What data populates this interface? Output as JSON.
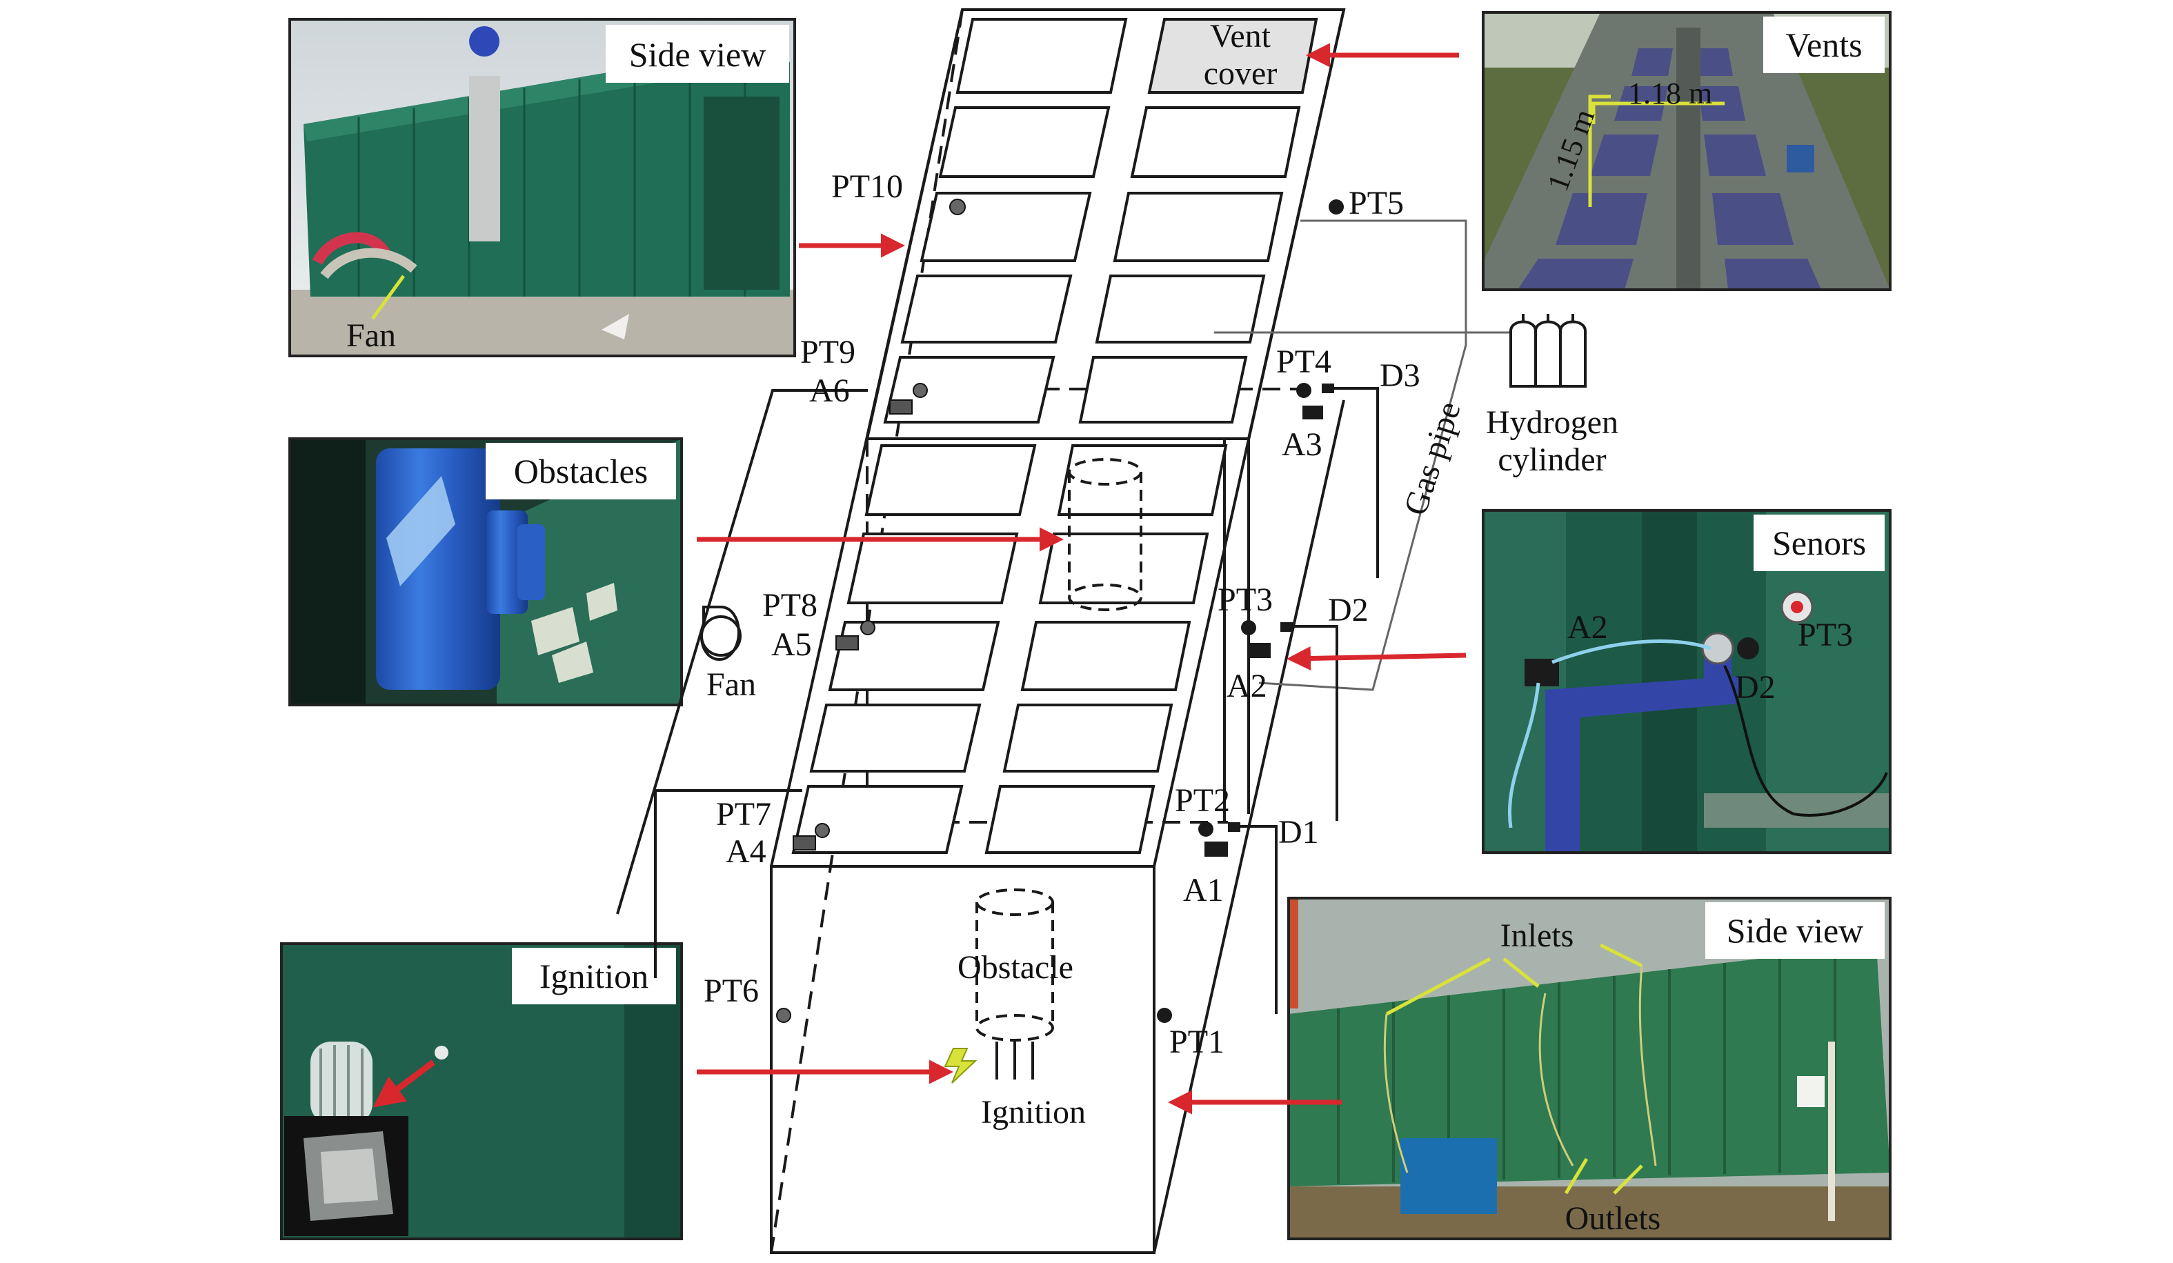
{
  "photos": {
    "side_view_top": "Side view",
    "fan_label": "Fan",
    "vents": "Vents",
    "vent_dim_width": "1.18 m",
    "vent_dim_length": "1.15 m",
    "obstacles": "Obstacles",
    "senors": "Senors",
    "senors_a2": "A2",
    "senors_pt3": "PT3",
    "senors_d2": "D2",
    "ignition": "Ignition",
    "side_view_bottom": "Side view",
    "inlets": "Inlets",
    "outlets": "Outlets"
  },
  "diagram": {
    "vent_cover_line1": "Vent",
    "vent_cover_line2": "cover",
    "pt10": "PT10",
    "pt5": "PT5",
    "pt9": "PT9",
    "a6": "A6",
    "pt4": "PT4",
    "d3": "D3",
    "a3": "A3",
    "hydrogen_line1": "Hydrogen",
    "hydrogen_line2": "cylinder",
    "gas_pipe": "Gas pipe",
    "pt8": "PT8",
    "a5": "A5",
    "fan": "Fan",
    "pt3": "PT3",
    "d2": "D2",
    "a2": "A2",
    "pt7": "PT7",
    "a4": "A4",
    "pt2": "PT2",
    "d1": "D1",
    "a1": "A1",
    "obstacle": "Obstacle",
    "pt6": "PT6",
    "pt1": "PT1",
    "ignition": "Ignition"
  },
  "colors": {
    "arrow": "#d9272e",
    "photo_green": "#1f6e55",
    "annotation_yellow": "#d8e23a"
  }
}
